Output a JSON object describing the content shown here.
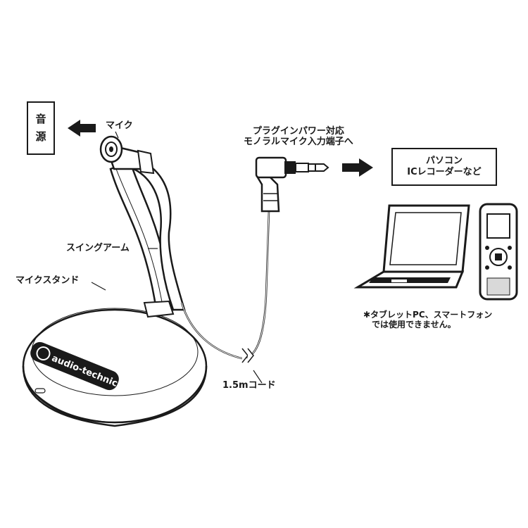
{
  "source_box": {
    "line1": "音",
    "line2": "源"
  },
  "labels": {
    "mic": "マイク",
    "swing_arm": "スイングアーム",
    "mic_stand": "マイクスタンド",
    "cord": "1.5mコード",
    "plug_line1": "プラグインパワー対応",
    "plug_line2": "モノラルマイク入力端子へ"
  },
  "target_box": {
    "line1": "パソコン",
    "line2": "ICレコーダーなど"
  },
  "note": {
    "line1": "✱タブレットPC、スマートフォン",
    "line2": "では使用できません。"
  },
  "brand": "audio-technica",
  "colors": {
    "line": "#1a1a1a",
    "fill": "#ffffff",
    "shade": "#d9d9d9"
  }
}
